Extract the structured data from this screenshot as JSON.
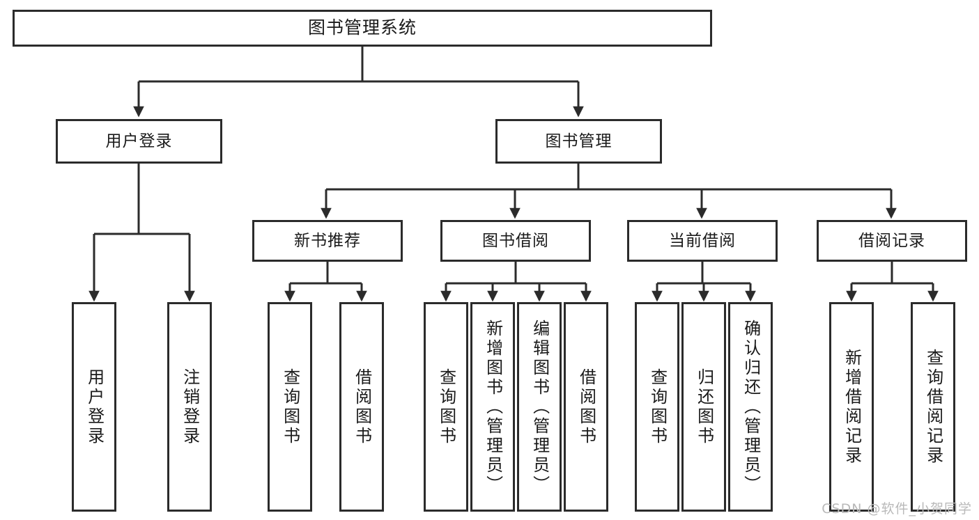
{
  "diagram": {
    "type": "tree-hierarchy-flowchart",
    "title": "图书管理系统",
    "colors": {
      "background": "#ffffff",
      "box_fill": "#ffffff",
      "box_border": "#2b2b2b",
      "connector": "#2b2b2b",
      "text": "#1a1a1a",
      "watermark": "#b9b9b9"
    },
    "root": {
      "label": "图书管理系统"
    },
    "level2": [
      {
        "label": "用户登录"
      },
      {
        "label": "图书管理"
      }
    ],
    "level3": [
      {
        "label": "新书推荐"
      },
      {
        "label": "图书借阅"
      },
      {
        "label": "当前借阅"
      },
      {
        "label": "借阅记录"
      }
    ],
    "leaves": {
      "user_login": [
        {
          "label": "用户登录"
        },
        {
          "label": "注销登录"
        }
      ],
      "new_book": [
        {
          "label": "查询图书"
        },
        {
          "label": "借阅图书"
        }
      ],
      "borrow_book": [
        {
          "label": "查询图书"
        },
        {
          "label": "新增图书（管理员）"
        },
        {
          "label": "编辑图书（管理员）"
        },
        {
          "label": "借阅图书"
        }
      ],
      "current_borrow": [
        {
          "label": "查询图书"
        },
        {
          "label": "归还图书"
        },
        {
          "label": "确认归还（管理员）"
        }
      ],
      "borrow_record": [
        {
          "label": "新增借阅记录"
        },
        {
          "label": "查询借阅记录"
        }
      ]
    },
    "watermark": "CSDN @软件_小贺同学"
  }
}
